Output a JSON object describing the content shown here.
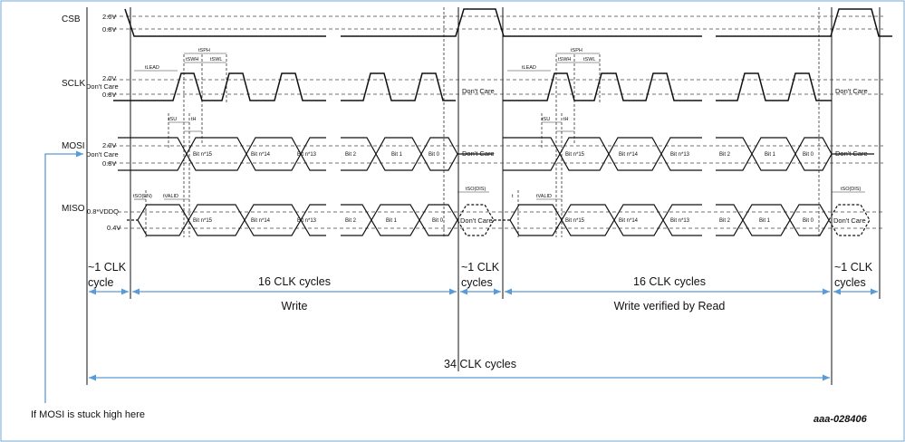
{
  "signals": [
    {
      "id": "csb",
      "label": "CSB"
    },
    {
      "id": "sclk",
      "label": "SCLK"
    },
    {
      "id": "mosi",
      "label": "MOSI"
    },
    {
      "id": "miso",
      "label": "MISO"
    }
  ],
  "levels": {
    "high": "2.0V",
    "low": "0.8V",
    "dont_care": "Don't Care",
    "miso_high": "0.8*VDDQ",
    "miso_low": "0.4V"
  },
  "timing_labels": {
    "lead": "tLEAD",
    "sph": "tSPH",
    "swh": "tSWH",
    "swl": "tSWL",
    "su": "tSU",
    "h": "tH",
    "so_en": "tSO(EN)",
    "valid": "tVALID",
    "so_dis": "tSO(DIS)",
    "lag": "t"
  },
  "bits": [
    "Bit n*15",
    "Bit n*14",
    "Bit n*13",
    "Bit 2",
    "Bit 1",
    "Bit 0"
  ],
  "dont_care_label": "Don't Care",
  "phases": {
    "one_clk": "~1 CLK",
    "cycle": "cycle",
    "cycles": "cycles",
    "sixteen": "16 CLK cycles",
    "write": "Write",
    "write_read": "Write verified by Read",
    "total": "34 CLK cycles"
  },
  "note": "If MOSI is stuck high here",
  "ref_code": "aaa-028406",
  "colors": {
    "arrow": "#5b9bd5",
    "frame": "#6fa8d6",
    "line": "#111111"
  }
}
